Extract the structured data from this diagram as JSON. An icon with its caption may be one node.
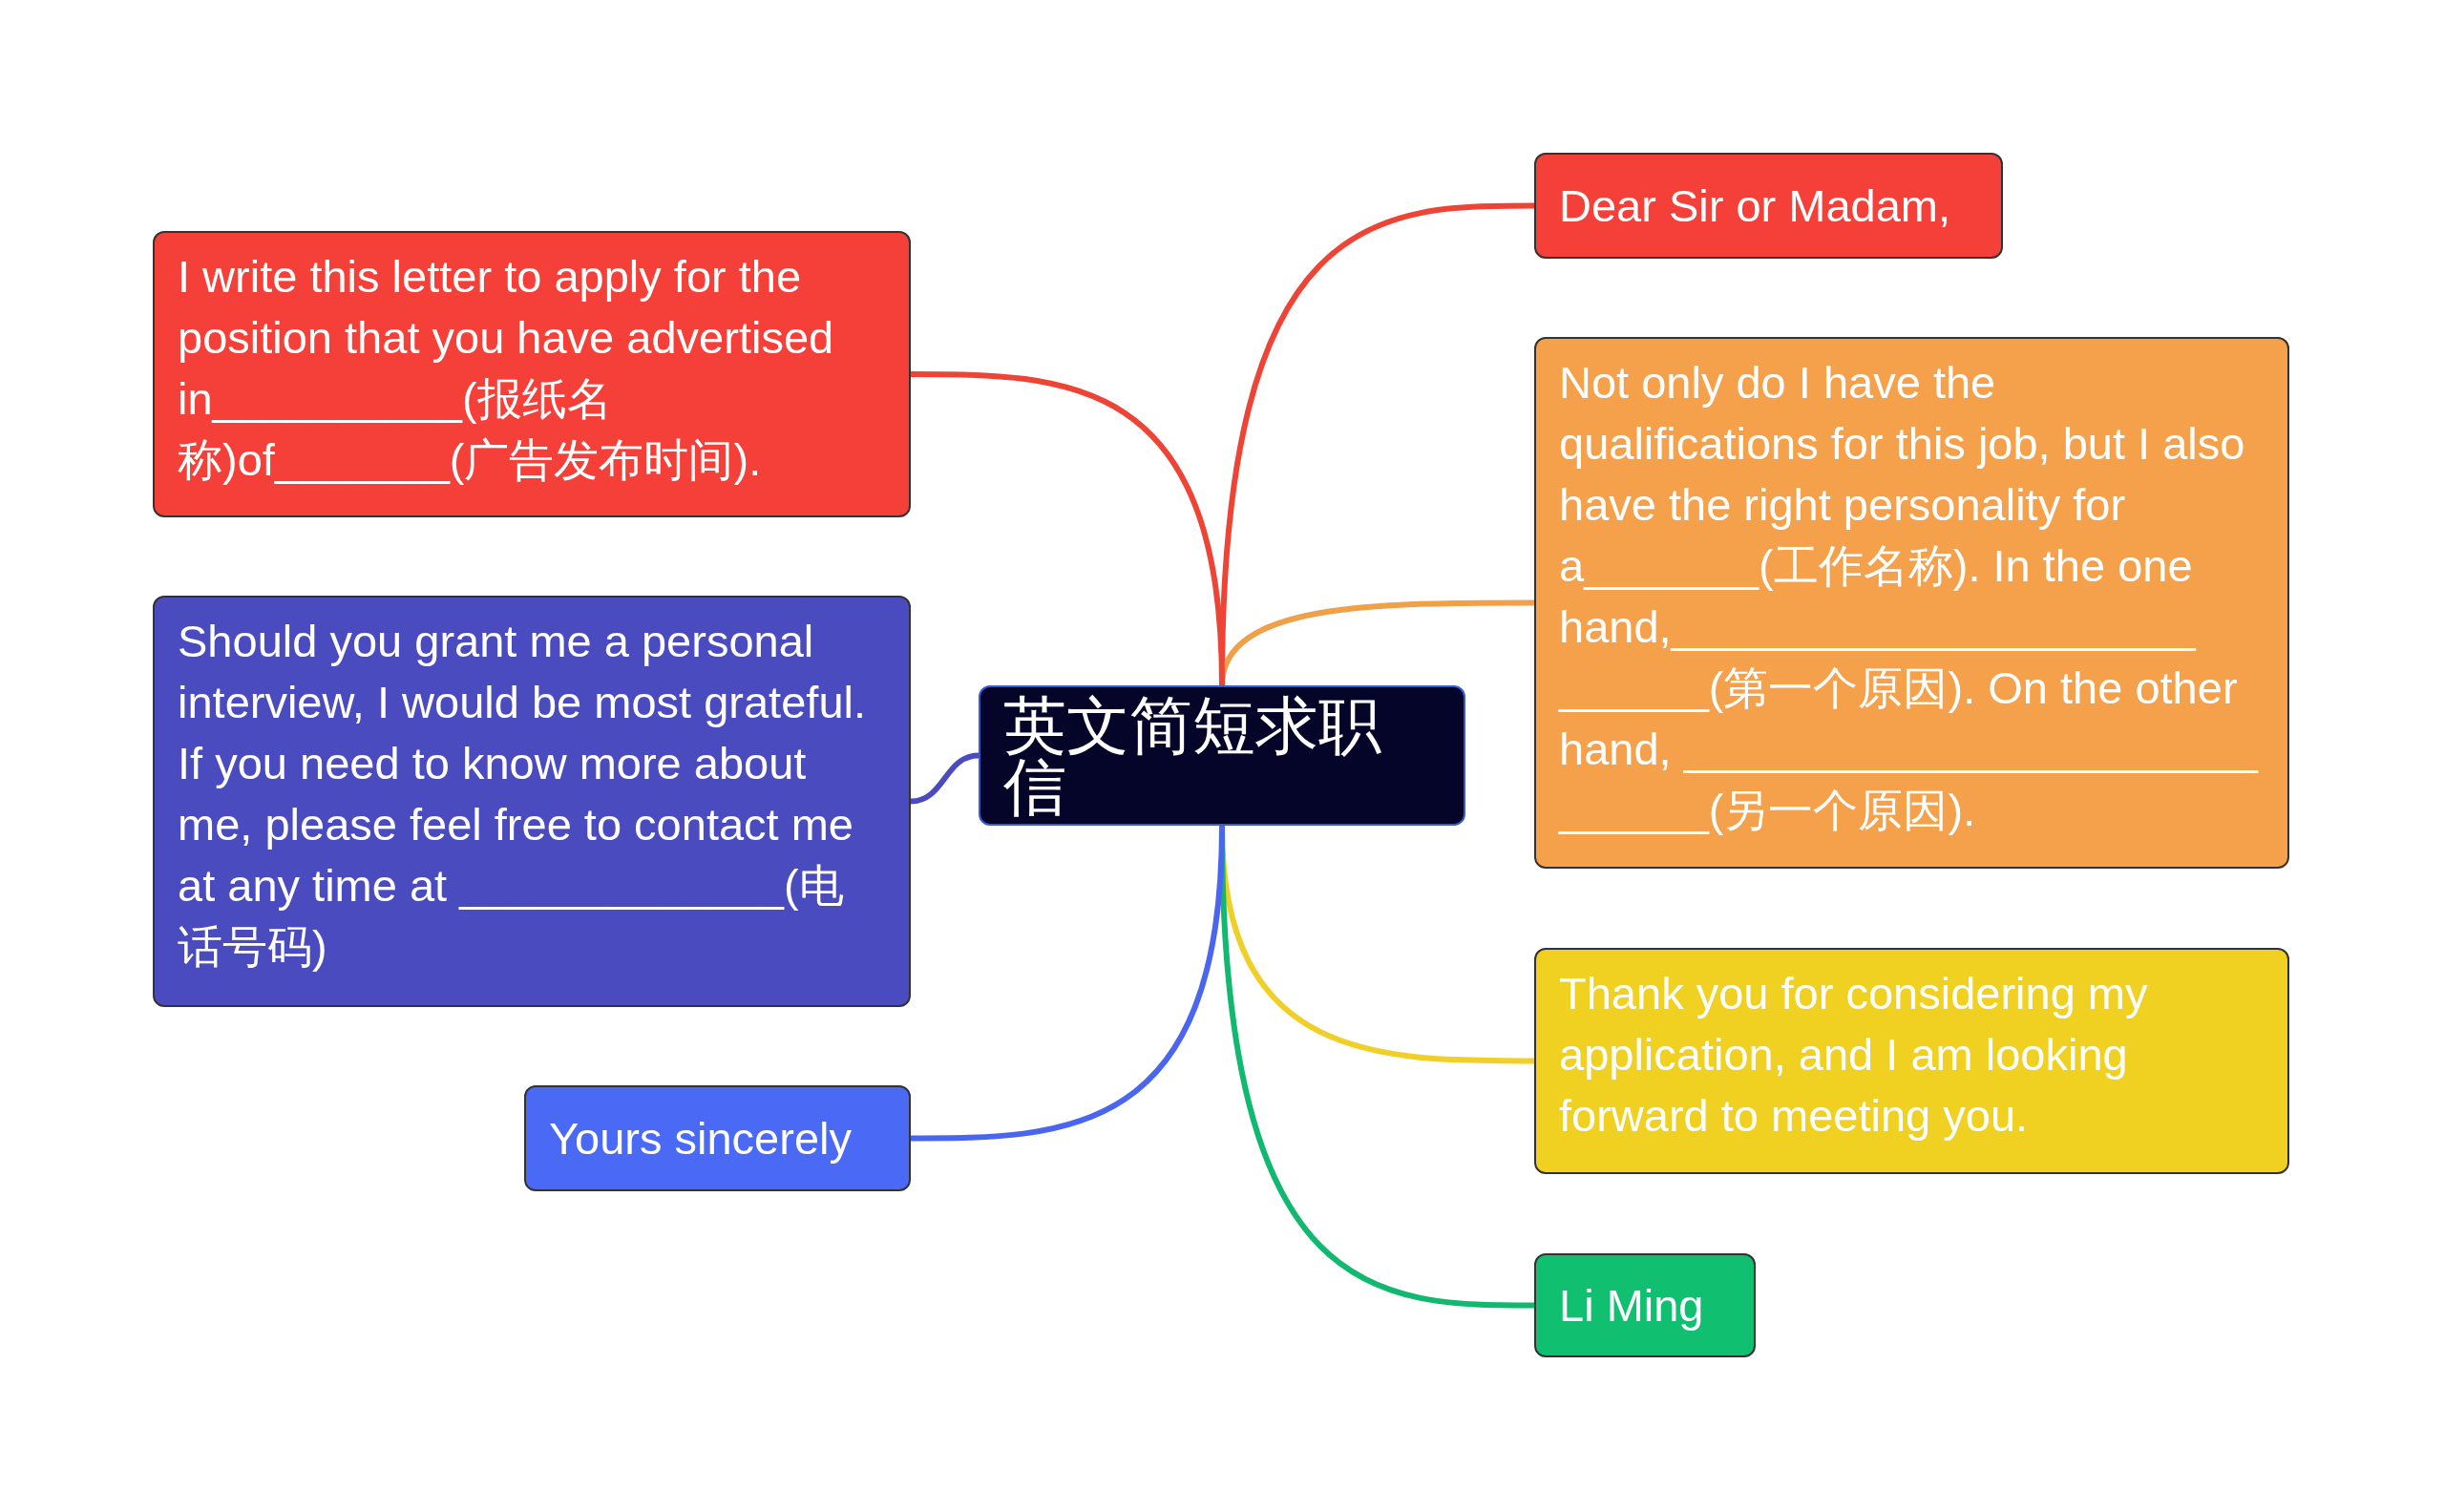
{
  "diagram": {
    "nodes": [
      {
        "text": [
          "英文简短求职信"
        ]
      },
      {
        "text": [
          "Dear Sir or Madam,"
        ]
      },
      {
        "text": [
          "Not only do I have the qualifications for this job, but I also have the right personality for a_______(工作名称). In the one hand,_____________________ ______(第一个原因). On the other hand, _______________________ ______(另一个原因)."
        ]
      },
      {
        "text": [
          "Thank you for considering my application, and I am looking forward to meeting you."
        ]
      },
      {
        "text": [
          "Li Ming"
        ]
      },
      {
        "text": [
          "I write this letter to apply for the position that you have advertised in__________(报纸名称)of_______(广告发布时间)."
        ]
      },
      {
        "text": [
          "Should you grant me a personal interview, I would be most grateful. If you need to know more about me, please feel free to contact me at any time at _____________(电话号码)"
        ]
      },
      {
        "text": [
          "Yours sincerely"
        ]
      }
    ],
    "edges": [
      {
        "from": 0,
        "to": 1,
        "arrow": "none",
        "color": "#ee4436"
      },
      {
        "from": 0,
        "to": 2,
        "arrow": "none",
        "color": "#f0a048"
      },
      {
        "from": 0,
        "to": 3,
        "arrow": "none",
        "color": "#f0d028"
      },
      {
        "from": 0,
        "to": 4,
        "arrow": "none",
        "color": "#10b870"
      },
      {
        "from": 0,
        "to": 5,
        "arrow": "none",
        "color": "#ee4436"
      },
      {
        "from": 0,
        "to": 6,
        "arrow": "none",
        "color": "#4b4bc0"
      },
      {
        "from": 0,
        "to": 7,
        "arrow": "none",
        "color": "#4a66f0"
      }
    ]
  }
}
